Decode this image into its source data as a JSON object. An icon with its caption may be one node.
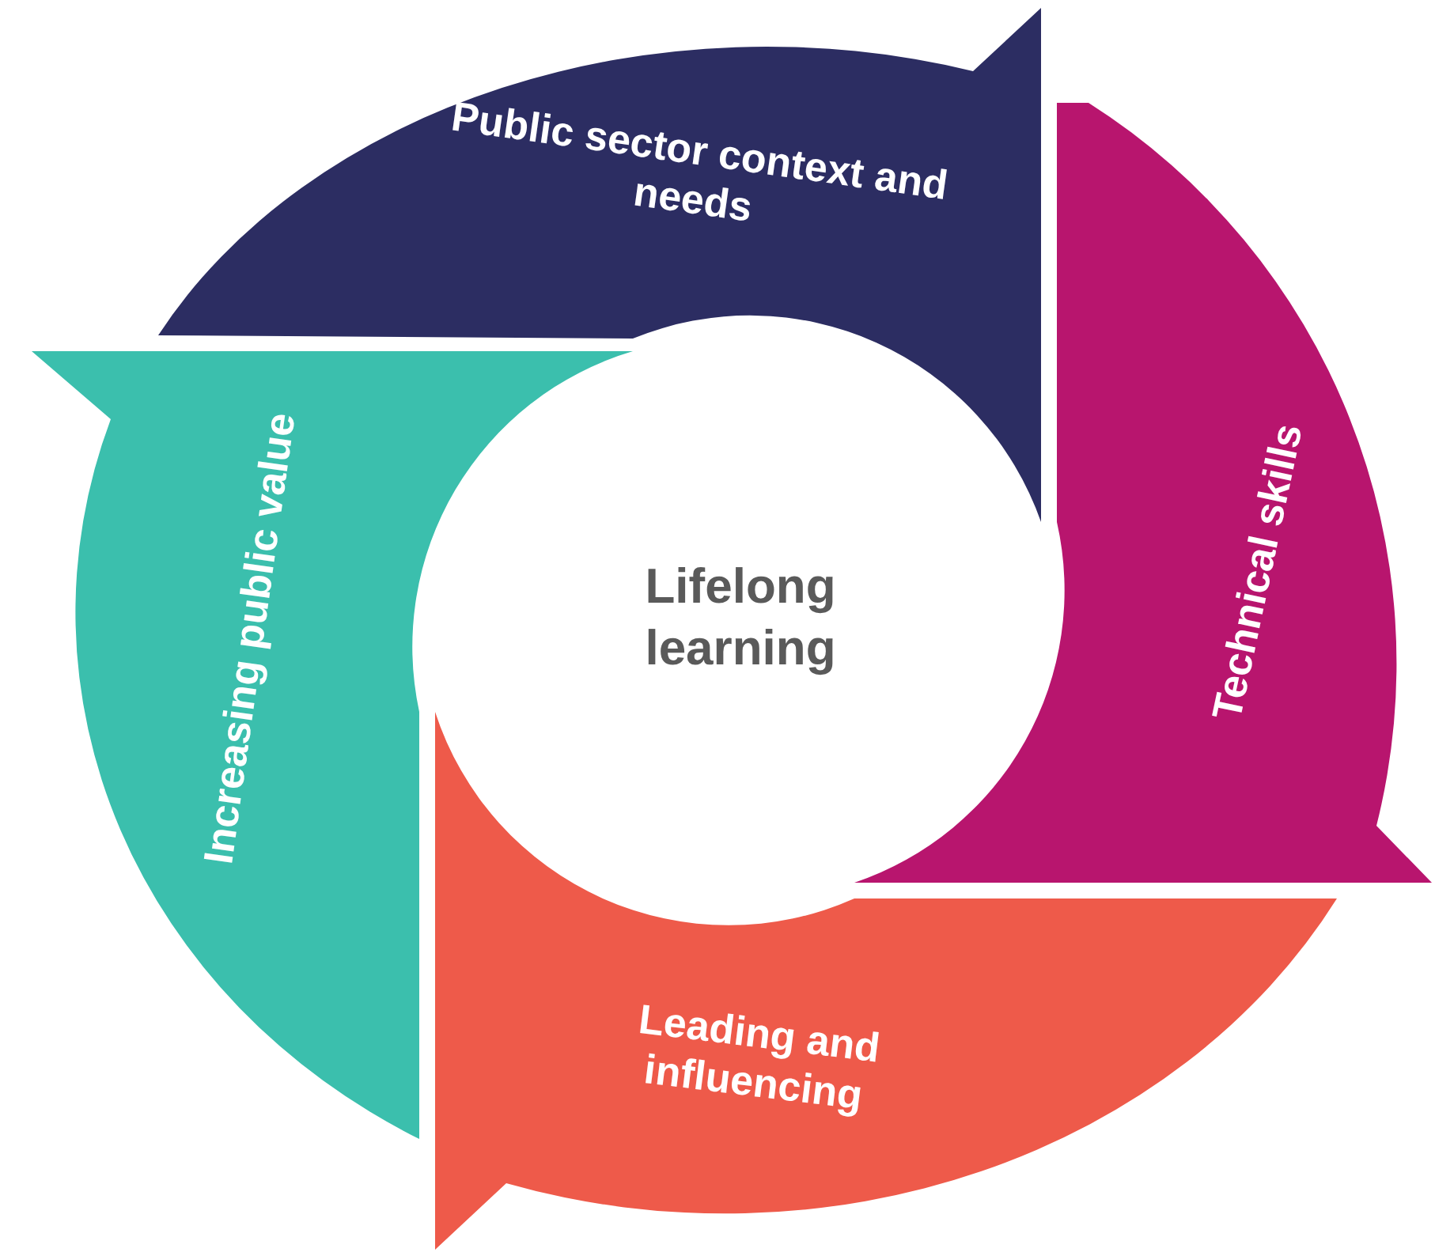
{
  "diagram": {
    "nodes": [
      {
        "text": [
          "Public sector context and needs"
        ]
      },
      {
        "text": [
          "Technical skills"
        ]
      },
      {
        "text": [
          "Leading and influencing"
        ]
      },
      {
        "text": [
          "Increasing public value"
        ]
      }
    ],
    "labels": [
      "Lifelong learning"
    ]
  }
}
